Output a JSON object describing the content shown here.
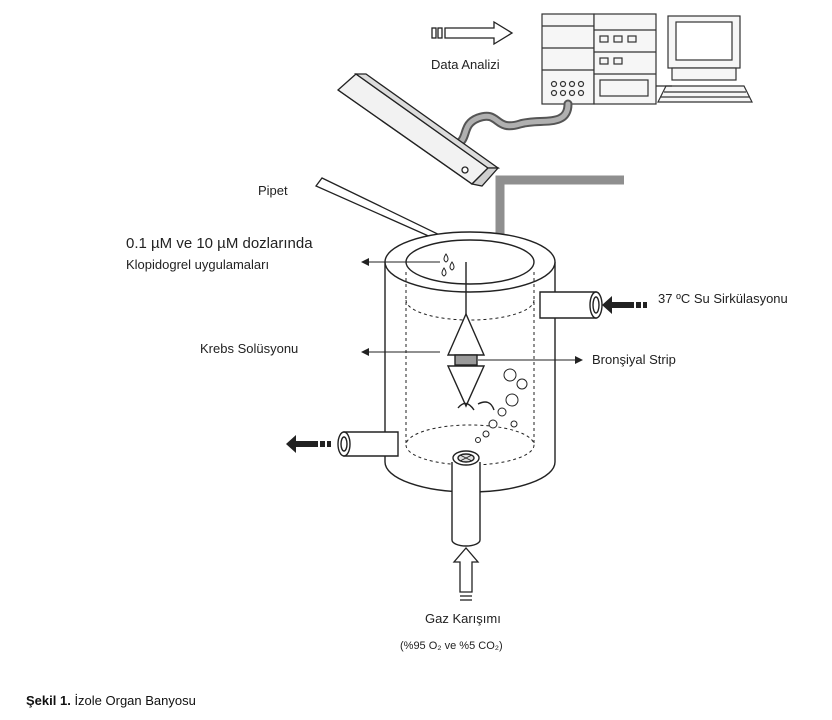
{
  "labels": {
    "data_analysis": "Data Analizi",
    "pipette": "Pipet",
    "dose_line1": "0.1 µM ve 10 µM dozlarında",
    "dose_line2": "Klopidogrel uygulamaları",
    "water_circulation": "37 ºC Su Sirkülasyonu",
    "krebs": "Krebs Solüsyonu",
    "bronchial_strip": "Bronşiyal Strip",
    "gas_mixture": "Gaz Karışımı",
    "gas_composition": "(%95 O₂ ve %5 CO₂)"
  },
  "caption": {
    "prefix": "Şekil 1.",
    "text": "İzole Organ Banyosu"
  },
  "colors": {
    "line": "#222222",
    "pipe": "#9a9a9a",
    "panel": "#f4f4f4"
  }
}
